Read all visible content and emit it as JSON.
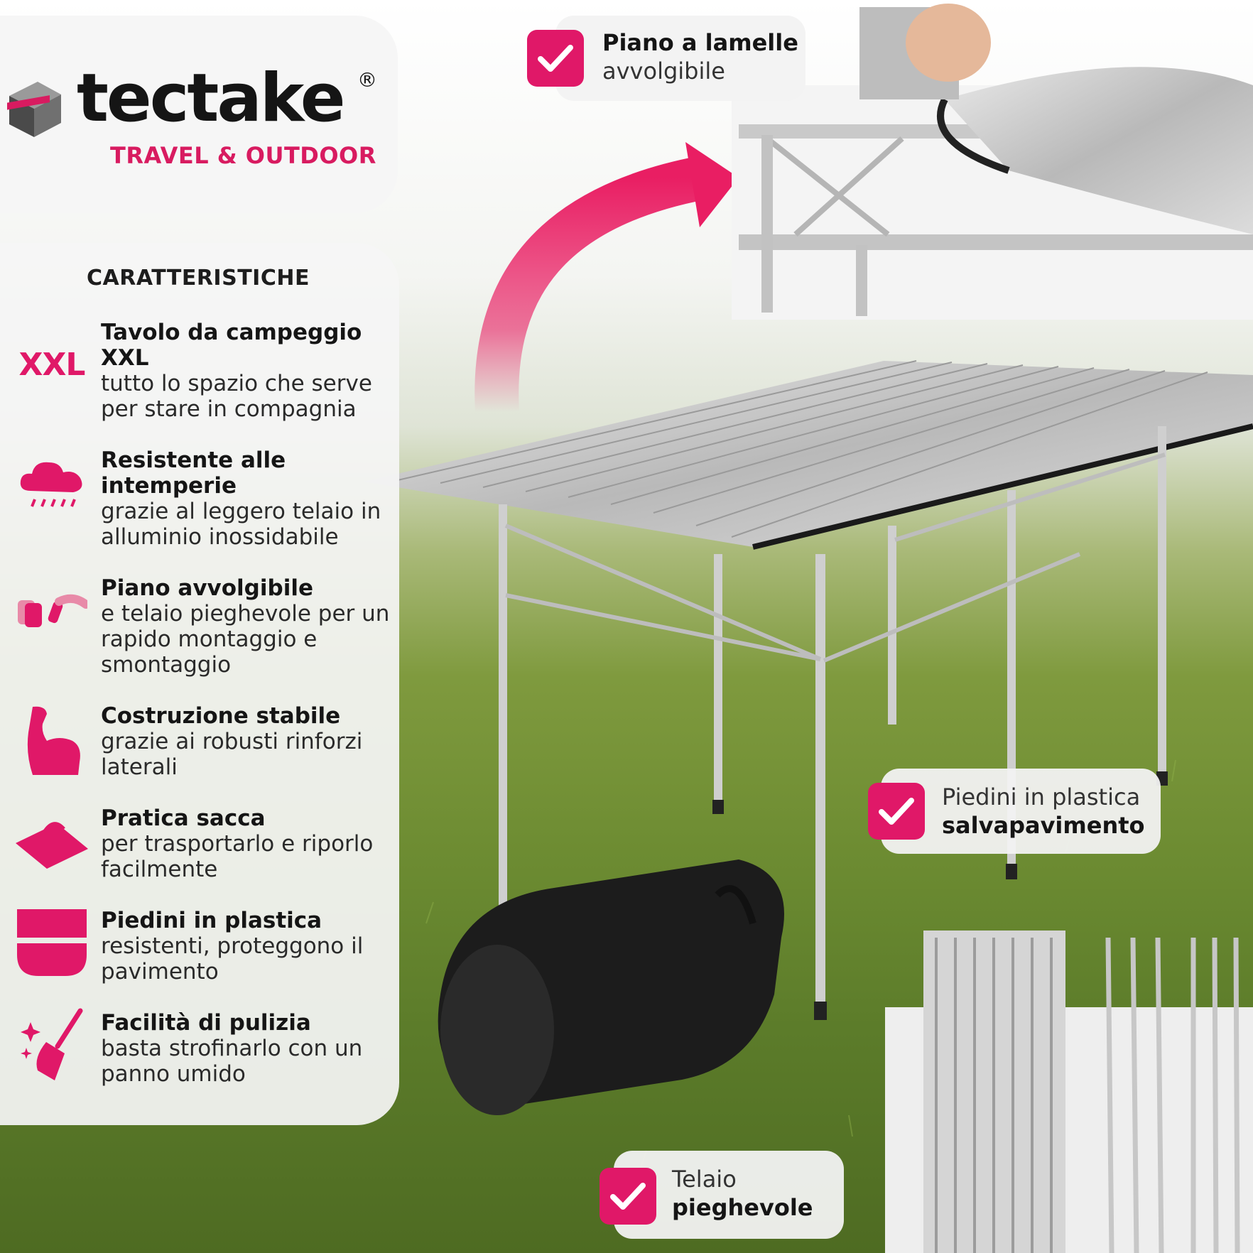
{
  "brand": {
    "name": "tectake",
    "registered": "®",
    "tagline": "TRAVEL & OUTDOOR",
    "accent_color": "#d81b60"
  },
  "features": {
    "heading": "CARATTERISTICHE",
    "items": [
      {
        "icon": "xxl-text-icon",
        "icon_text": "XXL",
        "title": "Tavolo da campeggio XXL",
        "desc": "tutto lo spazio che serve per stare in compagnia"
      },
      {
        "icon": "rain-cloud-icon",
        "title": "Resistente alle intemperie",
        "desc": "grazie al leggero telaio in alluminio inossidabile"
      },
      {
        "icon": "folding-frame-icon",
        "title": "Piano avvolgibile",
        "desc": "e telaio pieghevole per un rapido montaggio e smontaggio"
      },
      {
        "icon": "strong-arm-icon",
        "title": "Costruzione stabile",
        "desc": "grazie ai robusti rinforzi laterali"
      },
      {
        "icon": "carry-bag-icon",
        "title": "Pratica sacca",
        "desc": "per trasportarlo e riporlo facilmente"
      },
      {
        "icon": "plastic-feet-icon",
        "title": "Piedini in plastica",
        "desc": "resistenti, proteggono il pavimento"
      },
      {
        "icon": "cleaning-broom-icon",
        "title": "Facilità di pulizia",
        "desc": "basta strofinarlo con un panno umido"
      }
    ]
  },
  "callouts": {
    "slat_top": {
      "strong": "Piano a lamelle",
      "light": "avvolgibile"
    },
    "feet": {
      "light": "Piedini in plastica",
      "strong": "salvapavimento"
    },
    "frame": {
      "light": "Telaio",
      "strong": "pieghevole"
    }
  }
}
